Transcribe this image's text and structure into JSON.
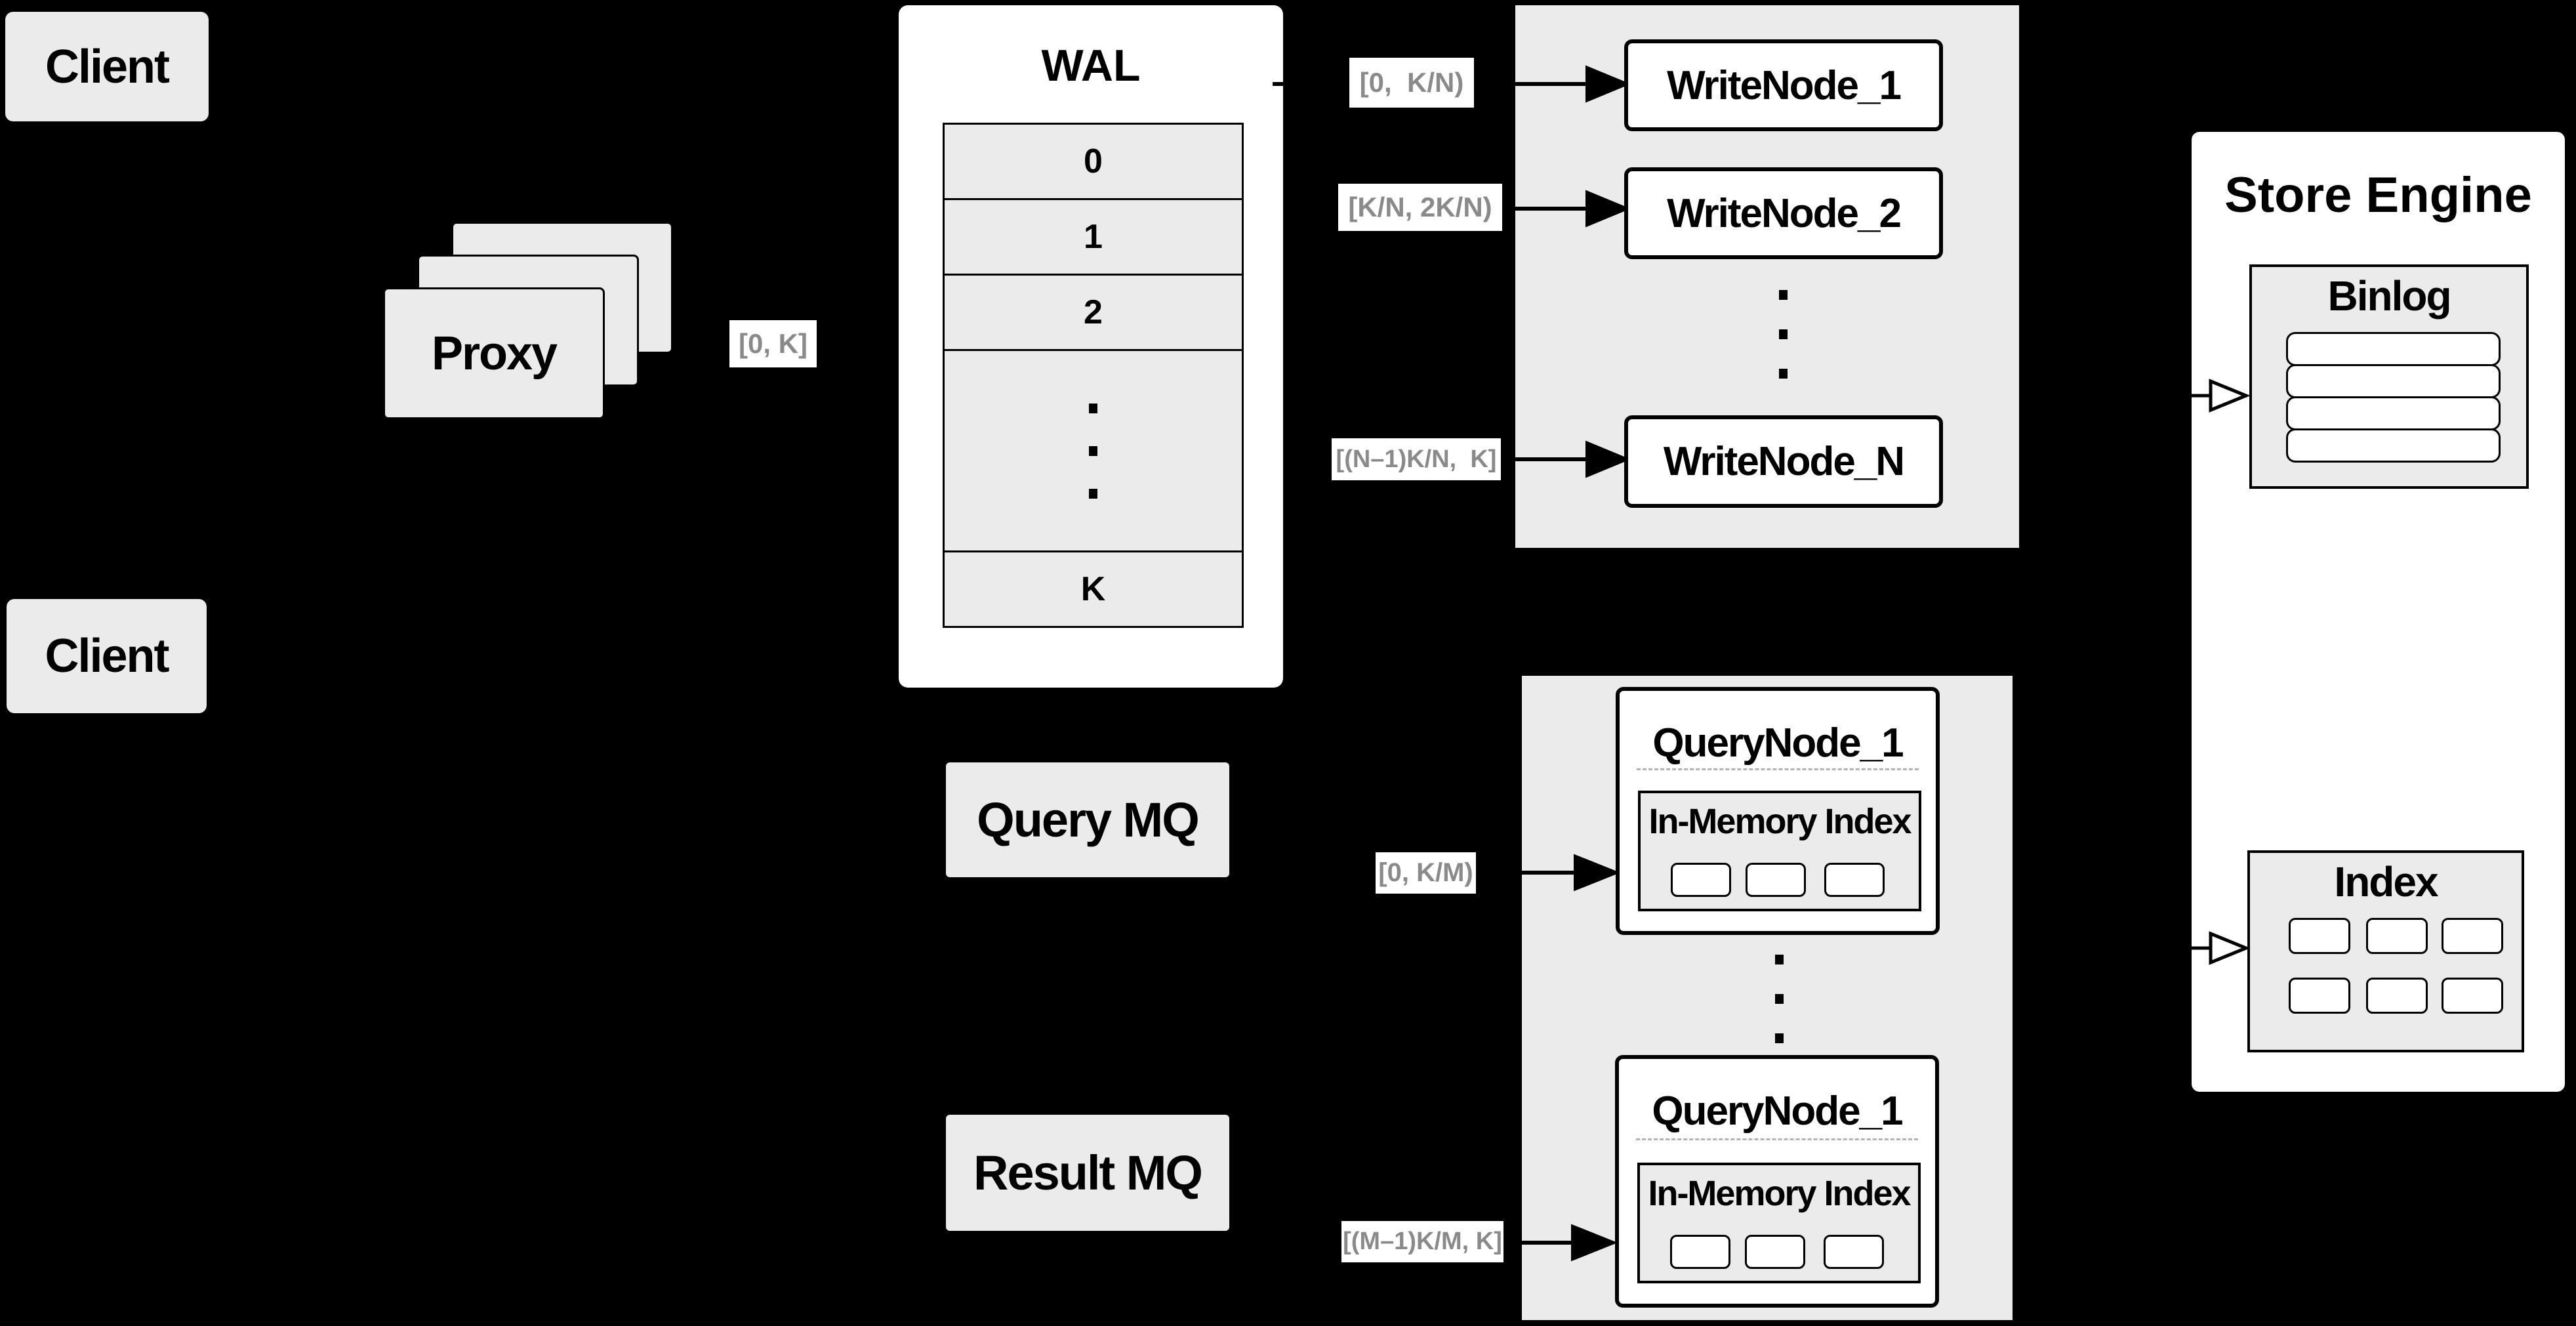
{
  "colors": {
    "background": "#000000",
    "panel_gray": "#ebebeb",
    "box_white": "#ffffff",
    "line_black": "#000000",
    "edge_label_text": "#8a8a8a"
  },
  "clients": {
    "top": "Client",
    "bottom": "Client"
  },
  "proxy": {
    "label": "Proxy"
  },
  "wal": {
    "title": "WAL",
    "rows": [
      "0",
      "1",
      "2",
      "K"
    ]
  },
  "write_nodes": {
    "items": [
      "WriteNode_1",
      "WriteNode_2",
      "WriteNode_N"
    ]
  },
  "store_engine": {
    "title": "Store Engine",
    "binlog_title": "Binlog",
    "index_title": "Index"
  },
  "mq": {
    "query": "Query MQ",
    "result": "Result MQ"
  },
  "query_nodes": {
    "top": {
      "title": "QueryNode_1",
      "memory_index": "In-Memory Index"
    },
    "bottom": {
      "title": "QueryNode_1",
      "memory_index": "In-Memory Index"
    }
  },
  "edge_labels": {
    "proxy_to_wal": "[0, K]",
    "wal_to_write_1": "[0,  K/N)",
    "wal_to_write_2": "[K/N, 2K/N)",
    "wal_to_write_n": "[(N–1)K/N,  K]",
    "to_query_top": "[0, K/M)",
    "to_query_bottom": "[(M–1)K/M, K]"
  }
}
